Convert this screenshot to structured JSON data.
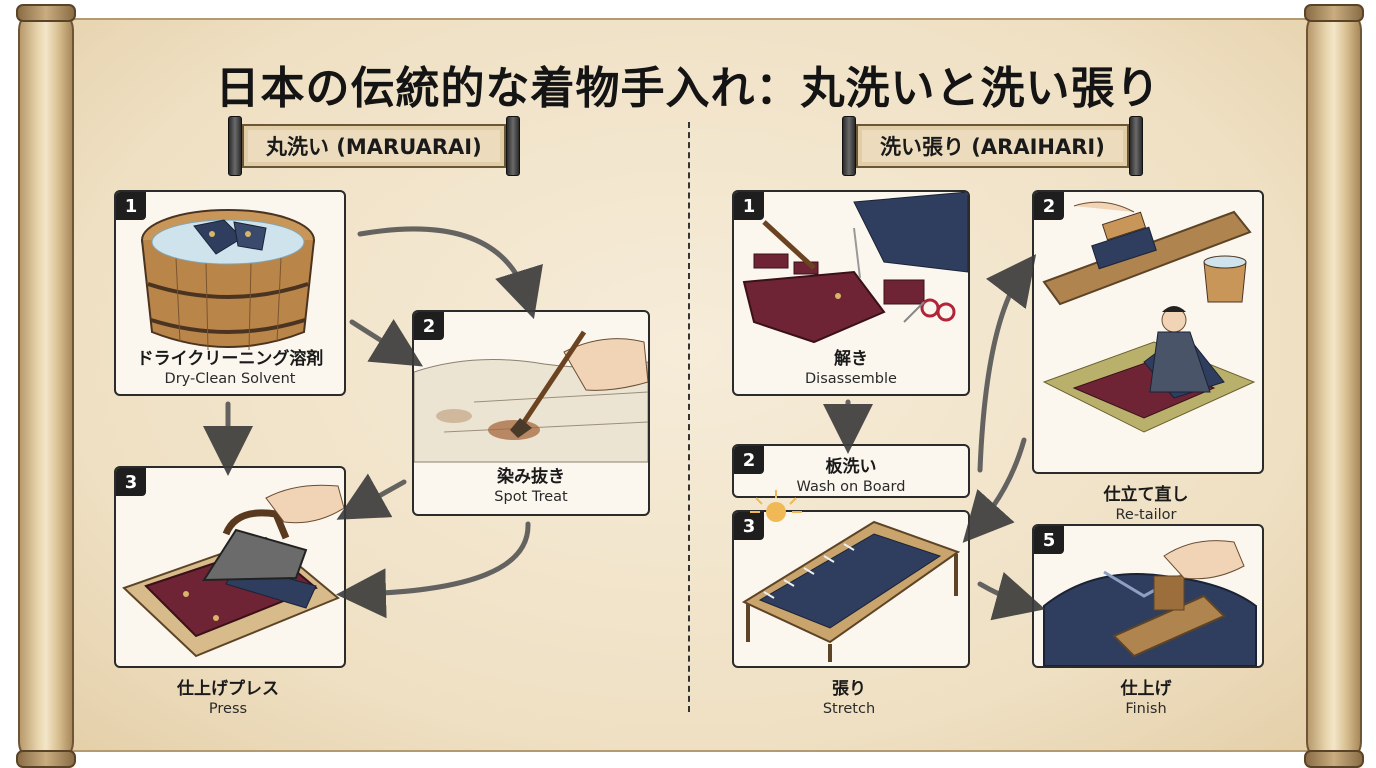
{
  "title": "日本の伝統的な着物手入れ：丸洗いと洗い張り",
  "maruarai": {
    "heading": "丸洗い (MARUARAI)",
    "steps": [
      {
        "num": "1",
        "jp": "ドライクリーニング溶剤",
        "en": "Dry-Clean Solvent"
      },
      {
        "num": "2",
        "jp": "染み抜き",
        "en": "Spot Treat"
      },
      {
        "num": "3",
        "jp": "仕上げプレス",
        "en": "Press"
      }
    ]
  },
  "araihari": {
    "heading": "洗い張り (ARAIHARI)",
    "steps": [
      {
        "num": "1",
        "jp": "解き",
        "en": "Disassemble"
      },
      {
        "num": "2",
        "jp": "板洗い",
        "en": "Wash on Board"
      },
      {
        "num": "3",
        "jp": "張り",
        "en": "Stretch"
      },
      {
        "num": "2",
        "jp": "仕立て直し",
        "en": "Re-tailor"
      },
      {
        "num": "5",
        "jp": "仕上げ",
        "en": "Finish"
      }
    ]
  },
  "colors": {
    "parchment": "#efe0c3",
    "ink": "#1a1a1a",
    "kimono_maroon": "#6e2434",
    "kimono_navy": "#2f3e5e",
    "wood": "#b0844f"
  }
}
